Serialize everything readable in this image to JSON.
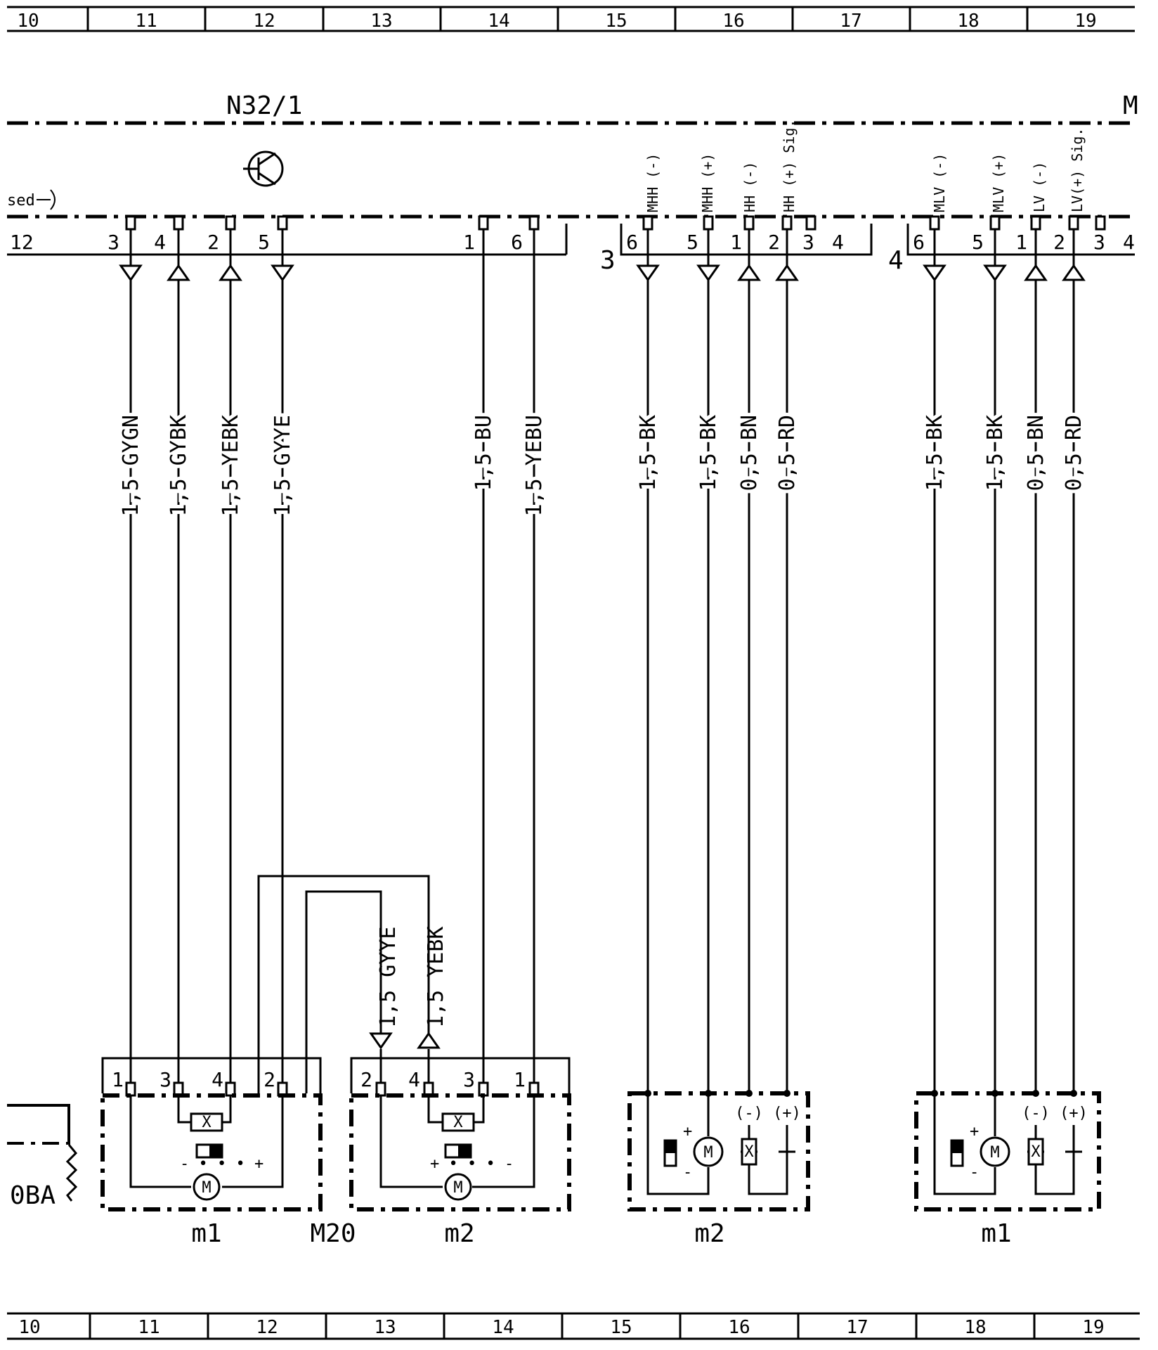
{
  "grid_top": [
    "10",
    "11",
    "12",
    "13",
    "14",
    "15",
    "16",
    "17",
    "18",
    "19"
  ],
  "grid_bottom": [
    "10",
    "11",
    "12",
    "13",
    "14",
    "15",
    "16",
    "17",
    "18",
    "19"
  ],
  "module": {
    "name": "N32/1",
    "edge_letter": "M",
    "cut_label": "sed"
  },
  "connector_main": {
    "edge_pin": "12",
    "pins": [
      "3",
      "4",
      "2",
      "5",
      "1",
      "6"
    ],
    "wires": [
      "1,5 GYGN",
      "1,5 GYBK",
      "1,5 YEBK",
      "1,5 GYYE",
      "1,5 BU",
      "1,5 YEBU"
    ]
  },
  "connector3": {
    "number": "3",
    "signals": [
      "MHH (-)",
      "MHH (+)",
      "HH (-)",
      "HH (+) Sig."
    ],
    "pins": [
      "6",
      "5",
      "1",
      "2",
      "3",
      "4"
    ],
    "wires": [
      "1,5 BK",
      "1,5 BK",
      "0,5 BN",
      "0,5 RD"
    ]
  },
  "connector4": {
    "number": "4",
    "signals": [
      "MLV (-)",
      "MLV (+)",
      "LV (-)",
      "LV(+) Sig."
    ],
    "pins": [
      "6",
      "5",
      "1",
      "2",
      "3",
      "4"
    ],
    "wires": [
      "1,5 BK",
      "1,5 BK",
      "0,5 BN",
      "0,5 RD"
    ]
  },
  "jumper_wires": [
    "1,5 GYYE",
    "1,5 YEBK"
  ],
  "m20": {
    "label": "M20",
    "m1": {
      "label": "m1",
      "pins": [
        "1",
        "3",
        "4",
        "2"
      ]
    },
    "m2": {
      "label": "m2",
      "pins": [
        "2",
        "4",
        "3",
        "1"
      ]
    }
  },
  "motor_right_a": {
    "label": "m2",
    "minus": "(-)",
    "plus": "(+)"
  },
  "motor_right_b": {
    "label": "m1",
    "minus": "(-)",
    "plus": "(+)"
  },
  "left_label": "0BA",
  "symbols": {
    "motor": "M",
    "sensor": "X"
  }
}
